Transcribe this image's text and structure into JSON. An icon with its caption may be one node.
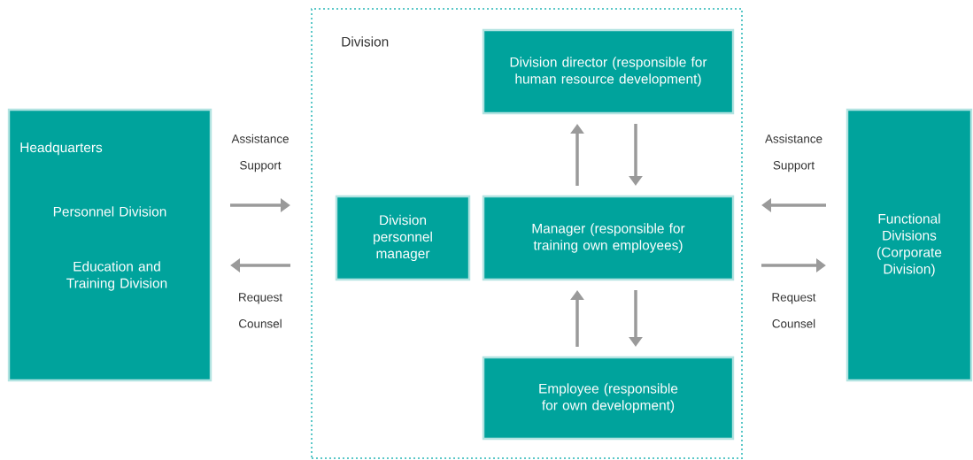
{
  "diagram": {
    "nodes": [
      {
        "text": [
          "Headquarters",
          "Personnel Division",
          "Education and Training Division"
        ]
      },
      {
        "text": [
          "Division"
        ]
      },
      {
        "text": [
          "Division director (responsible for human resource development)"
        ],
        "in": 1
      },
      {
        "text": [
          "Division personnel manager"
        ],
        "in": 1
      },
      {
        "text": [
          "Manager (responsible for training own employees)"
        ],
        "in": 1
      },
      {
        "text": [
          "Employee (responsible for own development)"
        ],
        "in": 1
      },
      {
        "text": [
          "Functional Divisions (Corporate Division)"
        ]
      }
    ],
    "edges": [
      {
        "from": 0,
        "to": 1,
        "arrow": "to",
        "label": "Assistance Support"
      },
      {
        "from": 1,
        "to": 0,
        "arrow": "to",
        "label": "Request Counsel"
      },
      {
        "from": 4,
        "to": 2,
        "arrow": "to"
      },
      {
        "from": 2,
        "to": 4,
        "arrow": "to"
      },
      {
        "from": 5,
        "to": 4,
        "arrow": "to"
      },
      {
        "from": 4,
        "to": 5,
        "arrow": "to"
      },
      {
        "from": 6,
        "to": 1,
        "arrow": "to",
        "label": "Assistance Support"
      },
      {
        "from": 1,
        "to": 6,
        "arrow": "to",
        "label": "Request Counsel"
      }
    ]
  }
}
